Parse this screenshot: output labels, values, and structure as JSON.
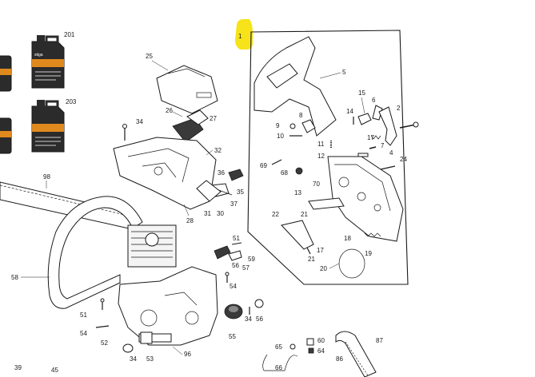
{
  "callouts": {
    "c1": "1",
    "c2": "2",
    "c4": "4",
    "c5": "5",
    "c6": "6",
    "c7": "7",
    "c8": "8",
    "c9": "9",
    "c10": "10",
    "c11": "11",
    "c12": "12",
    "c13": "13",
    "c14": "14",
    "c15": "15",
    "c17": "17",
    "c18": "18",
    "c19": "19",
    "c20": "20",
    "c21a": "21",
    "c21b": "21",
    "c22": "22",
    "c24": "24",
    "c25": "25",
    "c26": "26",
    "c27": "27",
    "c28": "28",
    "c30": "30",
    "c31": "31",
    "c32": "32",
    "c34a": "34",
    "c34b": "34",
    "c34c": "34",
    "c35": "35",
    "c36": "36",
    "c37": "37",
    "c39": "39",
    "c45": "45",
    "c51a": "51",
    "c51b": "51",
    "c52": "52",
    "c53": "53",
    "c54a": "54",
    "c54b": "54",
    "c55": "55",
    "c56": "56",
    "c57": "57",
    "c58": "58",
    "c59": "59",
    "c60": "60",
    "c64": "64",
    "c65": "65",
    "c66": "66",
    "c68": "68",
    "c69": "69",
    "c70": "70",
    "c86": "86",
    "c87": "87",
    "c96": "96",
    "c98": "98",
    "c201": "201",
    "c203": "203"
  },
  "oil_can": {
    "brand": "stiga"
  },
  "colors": {
    "highlight": "#f5e000",
    "line": "#1a1a1a",
    "can_body": "#2b2b2b",
    "can_band": "#e08a1e"
  }
}
